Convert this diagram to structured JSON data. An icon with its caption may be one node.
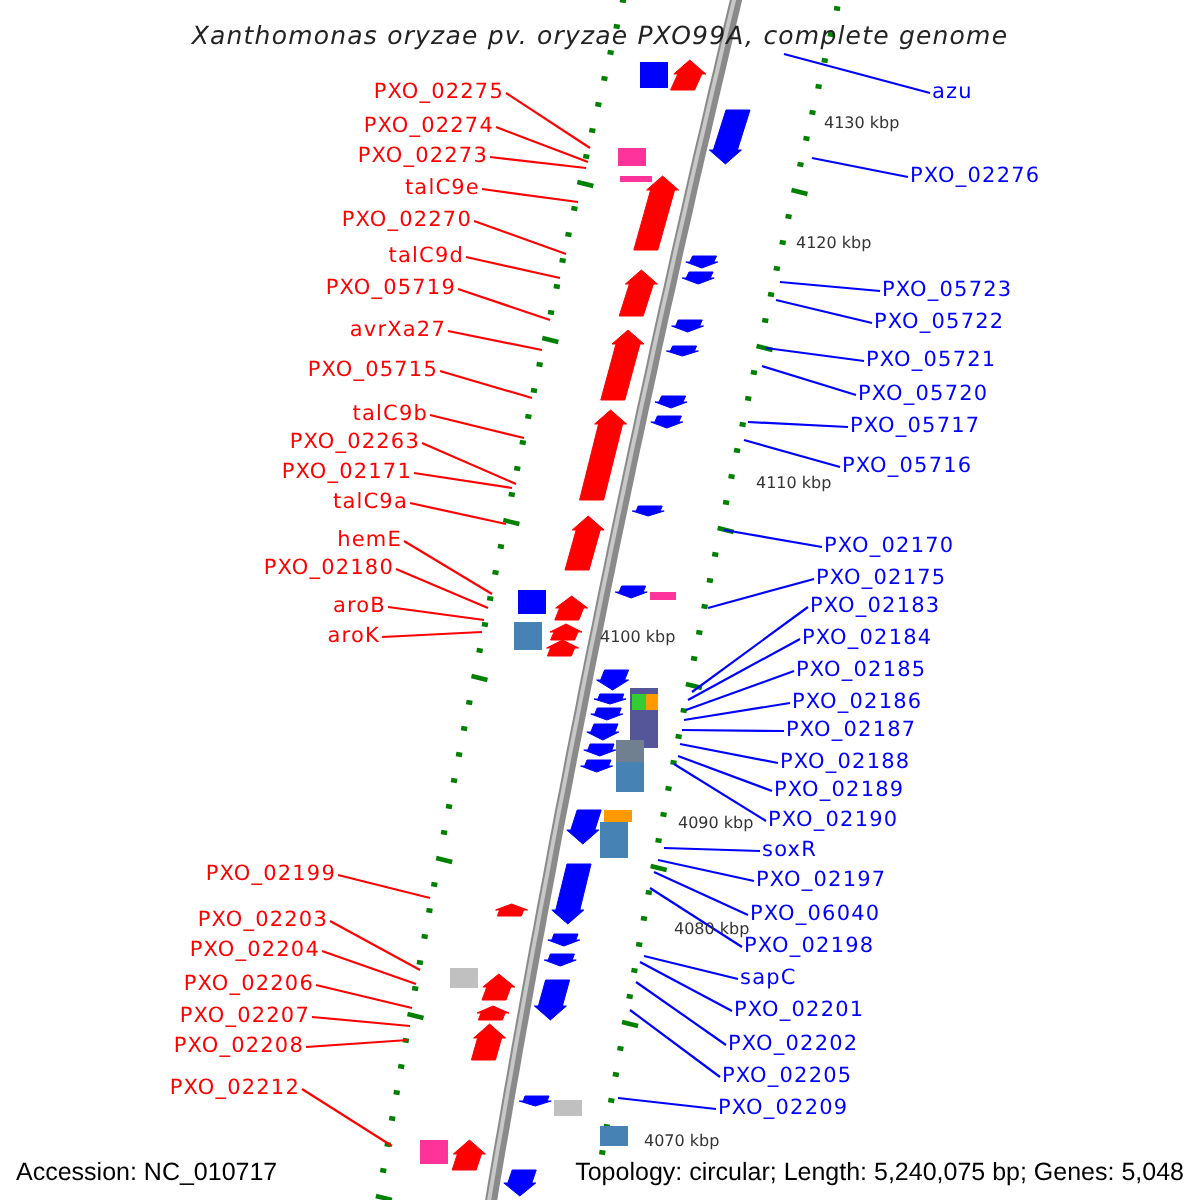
{
  "diagram": {
    "title": "Xanthomonas oryzae pv. oryzae PXO99A, complete genome",
    "nodes": [
      {
        "text": [
          "PXO_02275"
        ]
      },
      {
        "text": [
          "PXO_02274"
        ]
      },
      {
        "text": [
          "PXO_02273"
        ]
      },
      {
        "text": [
          "talC9e"
        ]
      },
      {
        "text": [
          "PXO_02270"
        ]
      },
      {
        "text": [
          "talC9d"
        ]
      },
      {
        "text": [
          "PXO_05719"
        ]
      },
      {
        "text": [
          "avrXa27"
        ]
      },
      {
        "text": [
          "PXO_05715"
        ]
      },
      {
        "text": [
          "talC9b"
        ]
      },
      {
        "text": [
          "PXO_02263"
        ]
      },
      {
        "text": [
          "PXO_02171"
        ]
      },
      {
        "text": [
          "talC9a"
        ]
      },
      {
        "text": [
          "hemE"
        ]
      },
      {
        "text": [
          "PXO_02180"
        ]
      },
      {
        "text": [
          "aroB"
        ]
      },
      {
        "text": [
          "aroK"
        ]
      },
      {
        "text": [
          "PXO_02199"
        ]
      },
      {
        "text": [
          "PXO_02203"
        ]
      },
      {
        "text": [
          "PXO_02204"
        ]
      },
      {
        "text": [
          "PXO_02206"
        ]
      },
      {
        "text": [
          "PXO_02207"
        ]
      },
      {
        "text": [
          "PXO_02208"
        ]
      },
      {
        "text": [
          "PXO_02212"
        ]
      },
      {
        "text": [
          "azu"
        ]
      },
      {
        "text": [
          "PXO_02276"
        ]
      },
      {
        "text": [
          "PXO_05723"
        ]
      },
      {
        "text": [
          "PXO_05722"
        ]
      },
      {
        "text": [
          "PXO_05721"
        ]
      },
      {
        "text": [
          "PXO_05720"
        ]
      },
      {
        "text": [
          "PXO_05717"
        ]
      },
      {
        "text": [
          "PXO_05716"
        ]
      },
      {
        "text": [
          "PXO_02170"
        ]
      },
      {
        "text": [
          "PXO_02175"
        ]
      },
      {
        "text": [
          "PXO_02183"
        ]
      },
      {
        "text": [
          "PXO_02184"
        ]
      },
      {
        "text": [
          "PXO_02185"
        ]
      },
      {
        "text": [
          "PXO_02186"
        ]
      },
      {
        "text": [
          "PXO_02187"
        ]
      },
      {
        "text": [
          "PXO_02188"
        ]
      },
      {
        "text": [
          "PXO_02189"
        ]
      },
      {
        "text": [
          "PXO_02190"
        ]
      },
      {
        "text": [
          "soxR"
        ]
      },
      {
        "text": [
          "PXO_02197"
        ]
      },
      {
        "text": [
          "PXO_06040"
        ]
      },
      {
        "text": [
          "PXO_02198"
        ]
      },
      {
        "text": [
          "sapC"
        ]
      },
      {
        "text": [
          "PXO_02201"
        ]
      },
      {
        "text": [
          "PXO_02202"
        ]
      },
      {
        "text": [
          "PXO_02205"
        ]
      },
      {
        "text": [
          "PXO_02209"
        ]
      }
    ],
    "edges": [
      {
        "from": 0,
        "to": null,
        "arrow": "none",
        "color": "#ff0000"
      },
      {
        "from": 1,
        "to": null,
        "arrow": "none",
        "color": "#ff0000"
      },
      {
        "from": 2,
        "to": null,
        "arrow": "none",
        "color": "#ff0000"
      },
      {
        "from": 3,
        "to": null,
        "arrow": "none",
        "color": "#ff0000"
      },
      {
        "from": 4,
        "to": null,
        "arrow": "none",
        "color": "#ff0000"
      },
      {
        "from": 5,
        "to": null,
        "arrow": "none",
        "color": "#ff0000"
      },
      {
        "from": 6,
        "to": null,
        "arrow": "none",
        "color": "#ff0000"
      },
      {
        "from": 7,
        "to": null,
        "arrow": "none",
        "color": "#ff0000"
      },
      {
        "from": 8,
        "to": null,
        "arrow": "none",
        "color": "#ff0000"
      },
      {
        "from": 9,
        "to": null,
        "arrow": "none",
        "color": "#ff0000"
      },
      {
        "from": 10,
        "to": null,
        "arrow": "none",
        "color": "#ff0000"
      },
      {
        "from": 11,
        "to": null,
        "arrow": "none",
        "color": "#ff0000"
      },
      {
        "from": 12,
        "to": null,
        "arrow": "none",
        "color": "#ff0000"
      },
      {
        "from": 13,
        "to": null,
        "arrow": "none",
        "color": "#ff0000"
      },
      {
        "from": 14,
        "to": null,
        "arrow": "none",
        "color": "#ff0000"
      },
      {
        "from": 15,
        "to": null,
        "arrow": "none",
        "color": "#ff0000"
      },
      {
        "from": 16,
        "to": null,
        "arrow": "none",
        "color": "#ff0000"
      },
      {
        "from": 17,
        "to": null,
        "arrow": "none",
        "color": "#ff0000"
      },
      {
        "from": 18,
        "to": null,
        "arrow": "none",
        "color": "#ff0000"
      },
      {
        "from": 19,
        "to": null,
        "arrow": "none",
        "color": "#ff0000"
      },
      {
        "from": 20,
        "to": null,
        "arrow": "none",
        "color": "#ff0000"
      },
      {
        "from": 21,
        "to": null,
        "arrow": "none",
        "color": "#ff0000"
      },
      {
        "from": 22,
        "to": null,
        "arrow": "none",
        "color": "#ff0000"
      },
      {
        "from": 23,
        "to": null,
        "arrow": "none",
        "color": "#ff0000"
      },
      {
        "from": 24,
        "to": null,
        "arrow": "none"
      },
      {
        "from": 25,
        "to": null,
        "arrow": "none"
      },
      {
        "from": 26,
        "to": null,
        "arrow": "none"
      },
      {
        "from": 27,
        "to": null,
        "arrow": "none"
      },
      {
        "from": 28,
        "to": null,
        "arrow": "none"
      },
      {
        "from": 29,
        "to": null,
        "arrow": "none"
      },
      {
        "from": 30,
        "to": null,
        "arrow": "none"
      },
      {
        "from": 31,
        "to": null,
        "arrow": "none"
      },
      {
        "from": 32,
        "to": null,
        "arrow": "none"
      },
      {
        "from": 33,
        "to": null,
        "arrow": "none"
      },
      {
        "from": 34,
        "to": null,
        "arrow": "none"
      },
      {
        "from": 35,
        "to": null,
        "arrow": "none"
      },
      {
        "from": 36,
        "to": null,
        "arrow": "none"
      },
      {
        "from": 37,
        "to": null,
        "arrow": "none"
      },
      {
        "from": 38,
        "to": null,
        "arrow": "none"
      },
      {
        "from": 39,
        "to": null,
        "arrow": "none"
      },
      {
        "from": 40,
        "to": null,
        "arrow": "none"
      },
      {
        "from": 41,
        "to": null,
        "arrow": "none"
      },
      {
        "from": 42,
        "to": null,
        "arrow": "none"
      },
      {
        "from": 43,
        "to": null,
        "arrow": "none"
      },
      {
        "from": 44,
        "to": null,
        "arrow": "none"
      },
      {
        "from": 45,
        "to": null,
        "arrow": "none"
      },
      {
        "from": 46,
        "to": null,
        "arrow": "none"
      },
      {
        "from": 47,
        "to": null,
        "arrow": "none"
      },
      {
        "from": 48,
        "to": null,
        "arrow": "none"
      },
      {
        "from": 49,
        "to": null,
        "arrow": "none"
      },
      {
        "from": 50,
        "to": null,
        "arrow": "none"
      }
    ],
    "labels": [
      "4130 kbp",
      "4120 kbp",
      "4110 kbp",
      "4100 kbp",
      "4090 kbp",
      "4080 kbp",
      "4070 kbp",
      "Accession: NC_010717",
      "Topology: circular; Length: 5,240,075 bp; Genes: 5,048"
    ]
  }
}
